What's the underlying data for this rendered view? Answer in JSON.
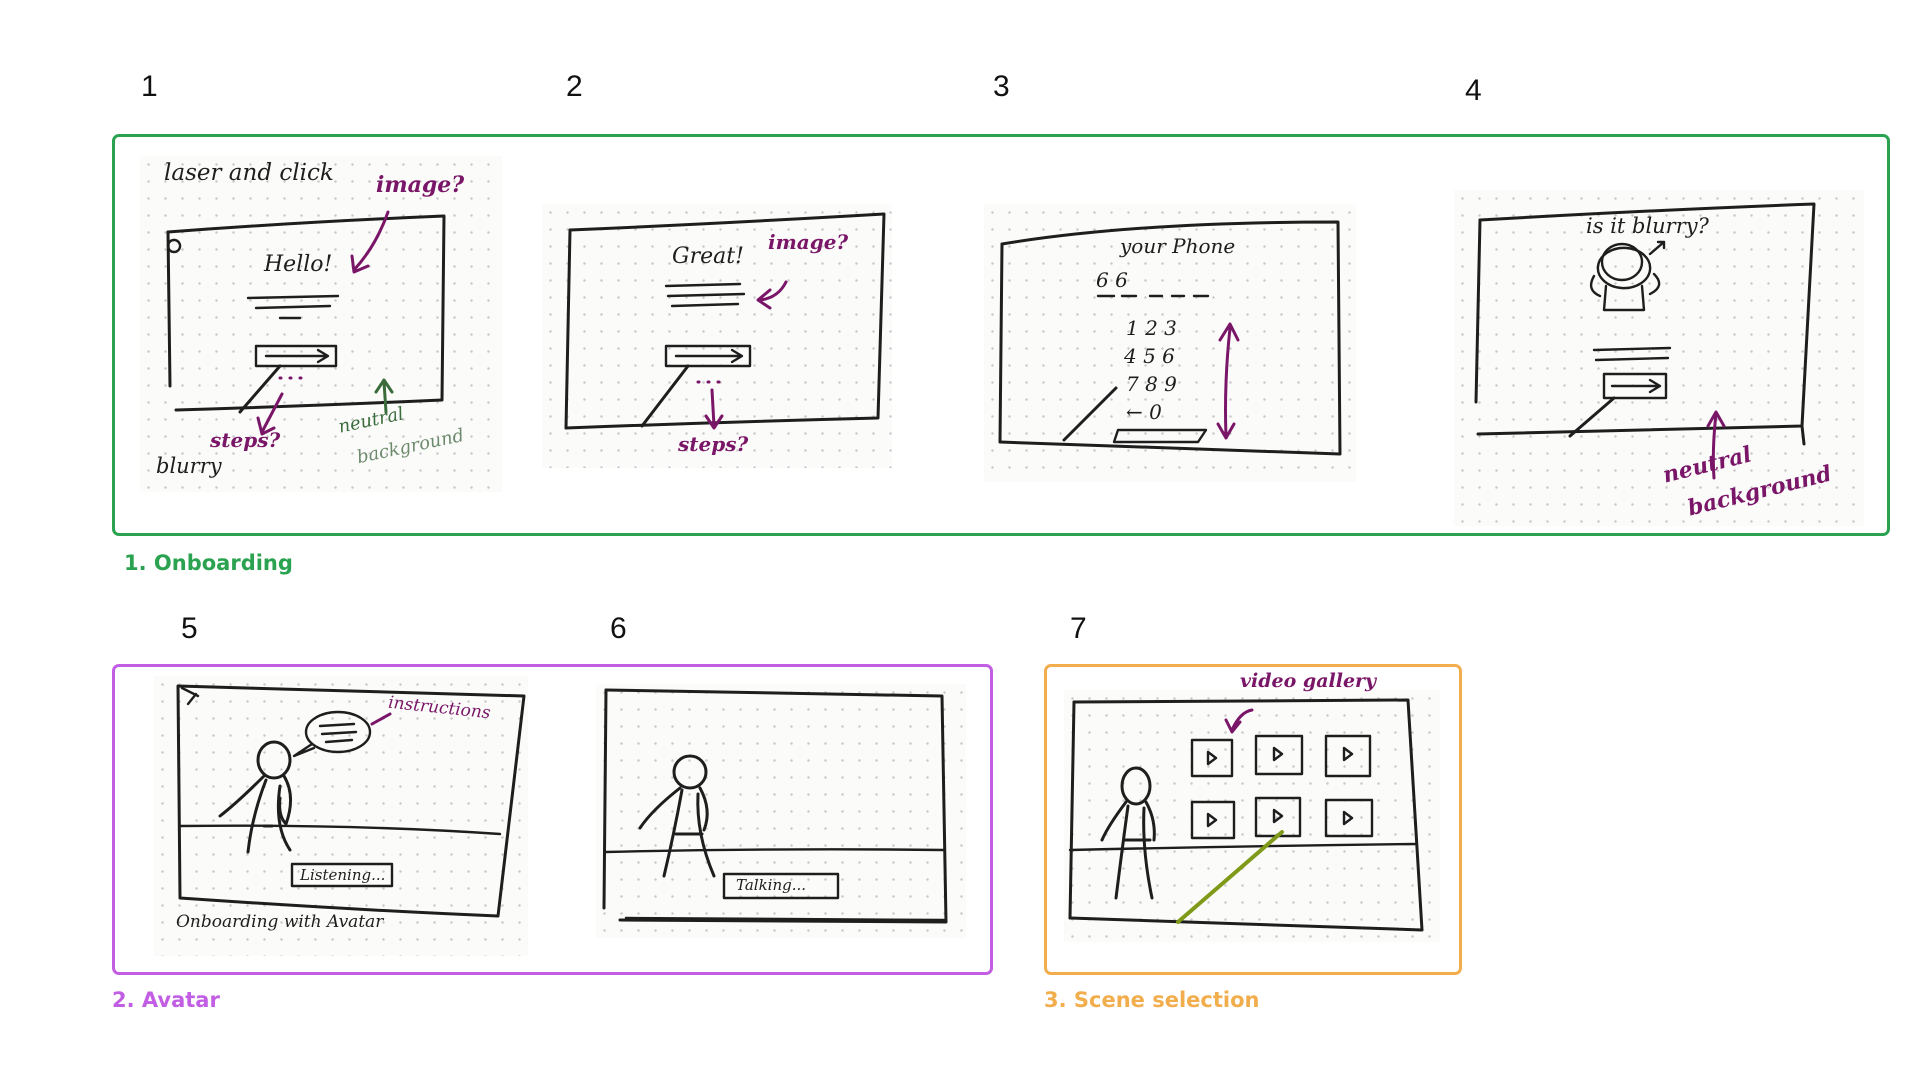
{
  "colors": {
    "onboarding": "#2aa24f",
    "avatar": "#c15ee3",
    "scene": "#f2ad4c",
    "ink": "#1e1e1e",
    "purple_ink": "#7a1668",
    "green_ink": "#3a6b3a",
    "olive_ink": "#7f9a18"
  },
  "groups": [
    {
      "label": "1. Onboarding"
    },
    {
      "label": "2. Avatar"
    },
    {
      "label": "3. Scene selection"
    }
  ],
  "frames": [
    {
      "number": "1",
      "sketch": {
        "heading": "laser and click",
        "screen_text": "Hello!",
        "note_image": "image?",
        "note_steps": "steps?",
        "note_neutral": "neutral",
        "note_background": "background",
        "note_blurry": "blurry"
      }
    },
    {
      "number": "2",
      "sketch": {
        "screen_text": "Great!",
        "note_image": "image?",
        "note_steps": "steps?"
      }
    },
    {
      "number": "3",
      "sketch": {
        "screen_text": "your Phone",
        "entered": "6 6",
        "keypad_rows": [
          "1 2 3",
          "4 5 6",
          "7 8 9",
          "← 0"
        ]
      }
    },
    {
      "number": "4",
      "sketch": {
        "screen_text": "is it blurry?",
        "note_neutral": "neutral",
        "note_background": "background"
      }
    },
    {
      "number": "5",
      "sketch": {
        "note_instructions": "instructions",
        "button_text": "Listening...",
        "caption": "Onboarding with Avatar"
      }
    },
    {
      "number": "6",
      "sketch": {
        "button_text": "Talking..."
      }
    },
    {
      "number": "7",
      "sketch": {
        "note_gallery": "video gallery"
      }
    }
  ]
}
